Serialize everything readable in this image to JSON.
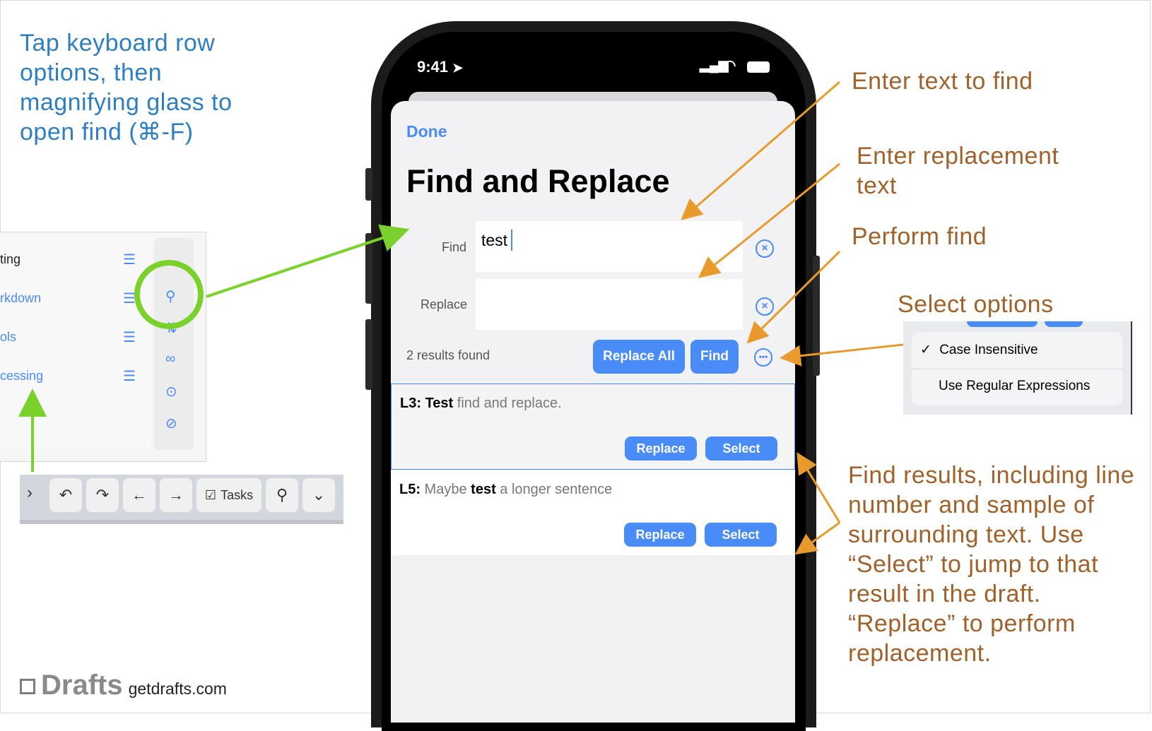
{
  "annotations": {
    "left_note": "Tap keyboard row options, then magnifying glass to open find (⌘-F)",
    "find_note": "Enter text to find",
    "replace_note_1": "Enter replacement",
    "replace_note_2": "text",
    "perform_note": "Perform find",
    "options_note": "Select options",
    "results_note": "Find results, including line number and sample of surrounding text. Use “Select” to jump to that result in the draft. “Replace” to perform replacement."
  },
  "phone": {
    "status_time": "9:41",
    "done_label": "Done",
    "title": "Find and Replace",
    "find_label": "Find",
    "find_value": "test",
    "replace_label": "Replace",
    "replace_value": "",
    "results_count": "2 results found",
    "replace_all_label": "Replace All",
    "find_button_label": "Find",
    "results": [
      {
        "line": "L3:",
        "match": "Test",
        "rest": " find and replace.",
        "replace_label": "Replace",
        "select_label": "Select"
      },
      {
        "line": "L5:",
        "pre": " Maybe ",
        "match": "test",
        "rest": " a longer sentence",
        "replace_label": "Replace",
        "select_label": "Select"
      }
    ]
  },
  "keyboard_panel": {
    "rows": [
      "ting",
      "rkdown",
      "ols",
      "cessing"
    ]
  },
  "toolbar": {
    "tasks_label": "Tasks"
  },
  "options_menu": {
    "items": [
      "Case Insensitive",
      "Use Regular Expressions"
    ],
    "checkmark": "✓"
  },
  "branding": {
    "logo_text": "Drafts",
    "url": "getdrafts.com"
  },
  "colors": {
    "accent_blue": "#4a8cf7",
    "note_blue": "#2e7fc1",
    "note_orange": "#a0612a",
    "arrow_orange": "#e89a2c",
    "highlight_green": "#7ad12b"
  }
}
